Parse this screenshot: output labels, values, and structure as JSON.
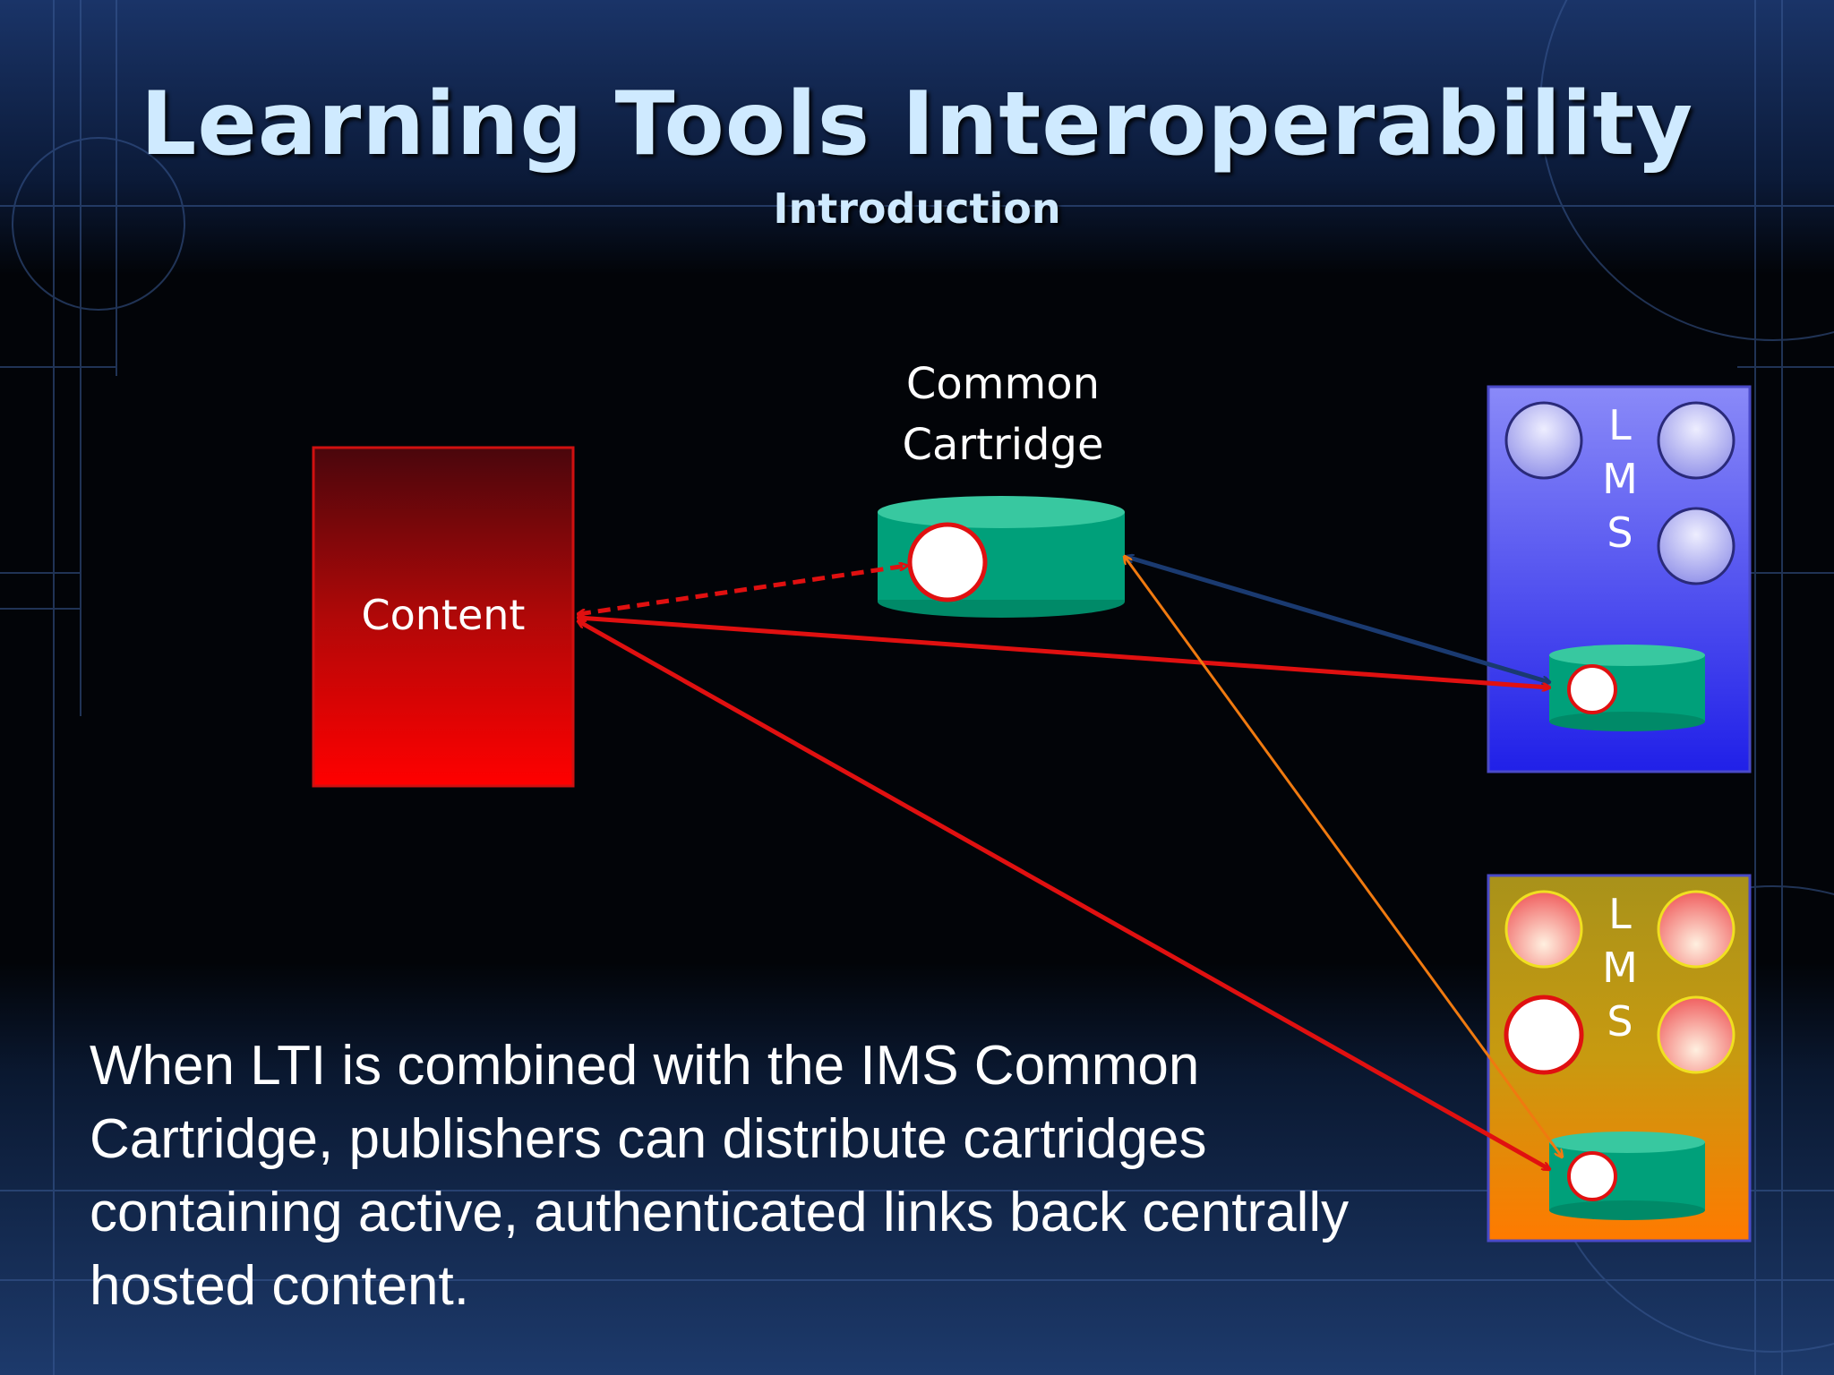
{
  "slide": {
    "title": "Learning Tools Interoperability",
    "subtitle": "Introduction",
    "caption": "When LTI is combined with the IMS Common Cartridge, publishers can distribute cartridges containing  active, authenticated links back centrally hosted content."
  },
  "diagram": {
    "content_box_label": "Content",
    "common_cartridge_label": "Common Cartridge",
    "lms_blue_letters": [
      "L",
      "M",
      "S"
    ],
    "lms_gold_letters": [
      "L",
      "M",
      "S"
    ]
  },
  "colors": {
    "title": "#cfeaff",
    "content_box": "#e00000",
    "cartridge": "#00a07a",
    "lms_blue": "#6a6af5",
    "lms_gold": "#b09a10",
    "arrow_red": "#e01010",
    "arrow_orange": "#f07a10",
    "arrow_navy": "#1a3a70"
  }
}
